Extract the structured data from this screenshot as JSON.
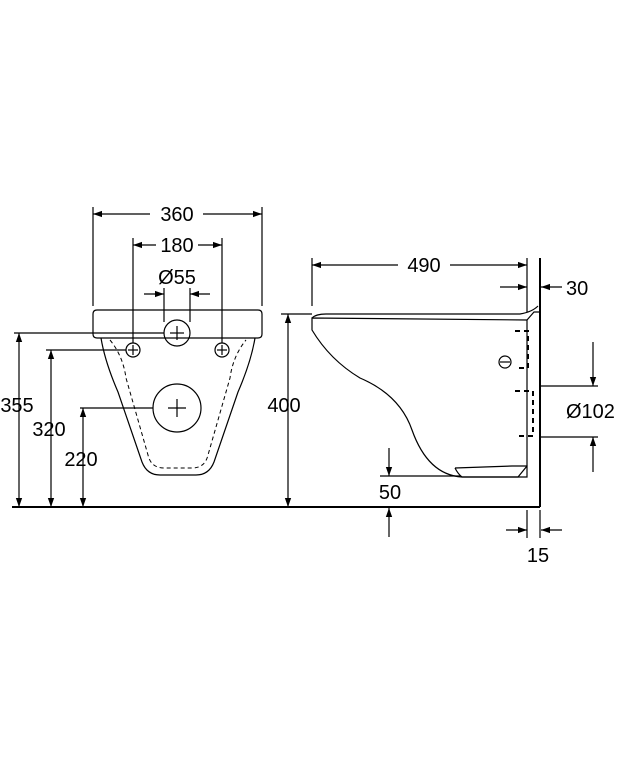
{
  "front_view": {
    "width_total": "360",
    "fixing_spacing": "180",
    "inlet_diameter": "Ø55",
    "height_top": "355",
    "height_fixing": "320",
    "height_outlet": "220"
  },
  "side_view": {
    "depth": "490",
    "wall_offset": "30",
    "height_total": "400",
    "outlet_diameter": "Ø102",
    "floor_gap": "50",
    "wall_thickness": "15"
  }
}
